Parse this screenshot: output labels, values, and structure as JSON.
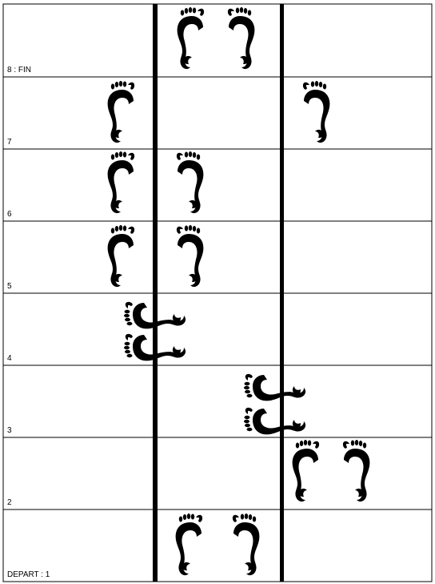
{
  "rows": [
    {
      "label": "8 : FIN",
      "steps": [
        {
          "column": 2,
          "pose": "pair"
        }
      ]
    },
    {
      "label": "7",
      "steps": [
        {
          "column": 1,
          "pose": "left-only"
        },
        {
          "column": 3,
          "pose": "right-only"
        }
      ]
    },
    {
      "label": "6",
      "steps": [
        {
          "column": 1,
          "pose": "left-only"
        },
        {
          "column": 2,
          "pose": "right-only"
        }
      ]
    },
    {
      "label": "5",
      "steps": [
        {
          "column": 1,
          "pose": "left-only"
        },
        {
          "column": 2,
          "pose": "right-only"
        }
      ]
    },
    {
      "label": "4",
      "steps": [
        {
          "column": 1,
          "pose": "sideways-pair"
        }
      ]
    },
    {
      "label": "3",
      "steps": [
        {
          "column": 2,
          "pose": "sideways-pair"
        }
      ]
    },
    {
      "label": "2",
      "steps": [
        {
          "column": 3,
          "pose": "pair"
        }
      ]
    },
    {
      "label": "DEPART : 1",
      "steps": [
        {
          "column": 2,
          "pose": "pair"
        }
      ]
    }
  ],
  "colors": {
    "ink": "#000000",
    "paper": "#ffffff"
  },
  "icon_name": "footprint-icon"
}
